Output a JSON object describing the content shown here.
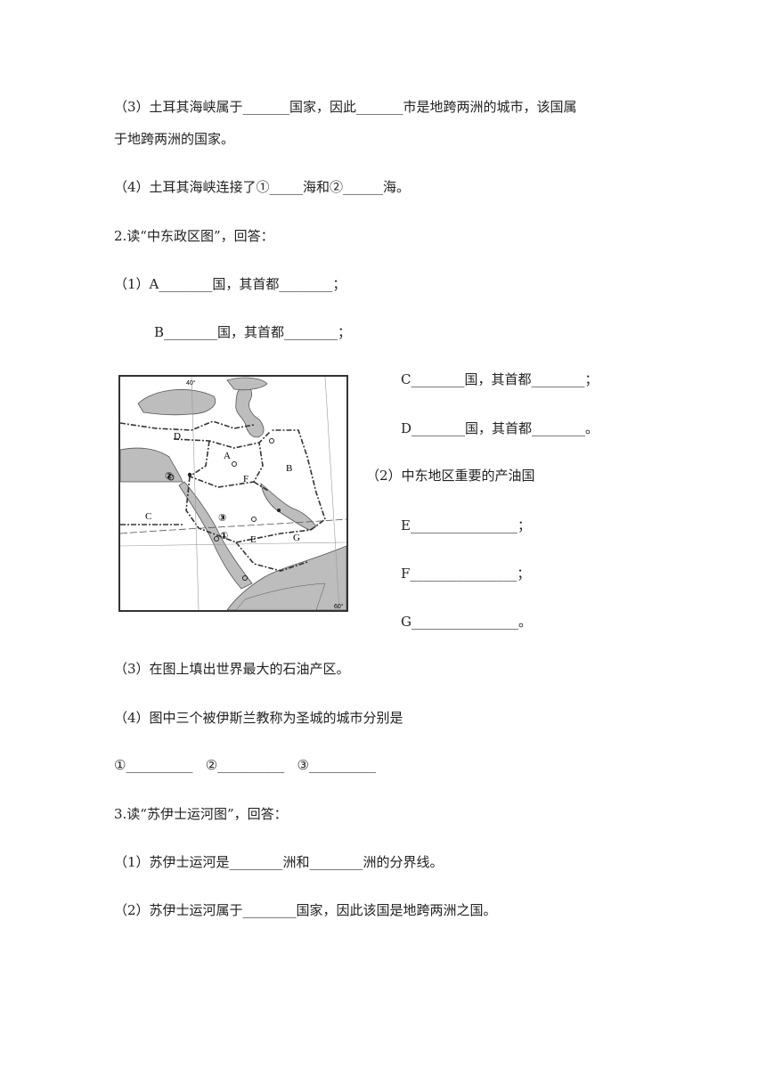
{
  "lines": {
    "q1_3a": "（3）土耳其海峡属于_______国家，因此_______市是地跨两洲的城市，该国属",
    "q1_3b": "于地跨两洲的国家。",
    "q1_4": "（4）土耳其海峡连接了①_____海和②______海。",
    "q2_title": "2.读“中东政区图”，回答：",
    "q2_1a": "（1）A________国，其首都________；",
    "q2_1b": "B________国，其首都________；",
    "q2_1c": "C________国，其首都________；",
    "q2_1d": "D________国，其首都________。",
    "q2_2": "（2）中东地区重要的产油国",
    "q2_2e": "E________________；",
    "q2_2f": "F________________；",
    "q2_2g": "G________________。",
    "q2_3": "（3）在图上填出世界最大的石油产区。",
    "q2_4": "（4）图中三个被伊斯兰教称为圣城的城市分别是",
    "q2_4_blanks": "①__________   ②__________   ③__________",
    "q3_title": "3.读“苏伊士运河图”，回答：",
    "q3_1": "（1）苏伊士运河是________洲和________洲的分界线。",
    "q3_2": "（2）苏伊士运河属于________国家，因此该国是地跨两洲之国。"
  },
  "map": {
    "labels": {
      "A": "A",
      "B": "B",
      "C": "C",
      "D": "D",
      "E": "E",
      "F": "F",
      "G": "G",
      "city1": "①",
      "city2": "②",
      "city3": "③",
      "lon40": "40°",
      "lon60": "60°"
    },
    "colors": {
      "water": "#bdbdbd",
      "land": "#ffffff",
      "border": "#333333"
    }
  }
}
